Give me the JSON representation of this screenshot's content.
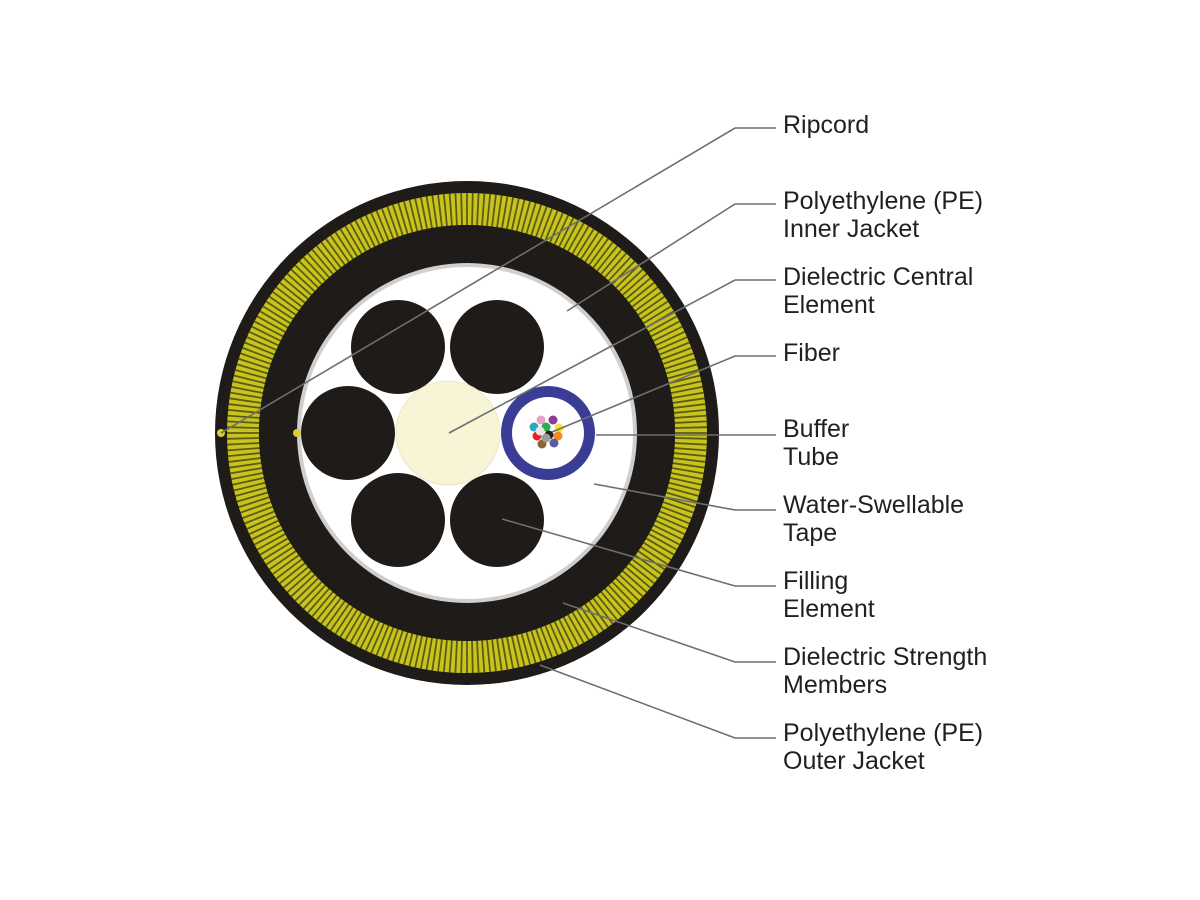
{
  "colors": {
    "jacket": "#1e1b18",
    "strength_yellow": "#c8c41e",
    "strength_dark": "#3a3810",
    "core_white": "#ffffff",
    "tape": "#d0cfcf",
    "central_element": "#f8f4d6",
    "buffer_ring": "#3b3c95",
    "leader": "#6d6e71",
    "text": "#231f20"
  },
  "fiber_colors": [
    "#e7a0c8",
    "#8e3b97",
    "#2aa7c4",
    "#2eab4a",
    "#f2e63b",
    "#ed2024",
    "#231f20",
    "#f58a1f",
    "#8c6239",
    "#5c5d9f",
    "#9b9b9b",
    "#e6e6e6"
  ],
  "labels": [
    {
      "id": "ripcord",
      "lines": [
        "Ripcord"
      ]
    },
    {
      "id": "inner-jacket",
      "lines": [
        "Polyethylene (PE)",
        "Inner Jacket"
      ]
    },
    {
      "id": "central-element",
      "lines": [
        "Dielectric Central",
        "Element"
      ]
    },
    {
      "id": "fiber",
      "lines": [
        "Fiber"
      ]
    },
    {
      "id": "buffer-tube",
      "lines": [
        "Buffer",
        "Tube"
      ]
    },
    {
      "id": "water-swellable-tape",
      "lines": [
        "Water-Swellable",
        "Tape"
      ]
    },
    {
      "id": "filling-element",
      "lines": [
        "Filling",
        "Element"
      ]
    },
    {
      "id": "strength-members",
      "lines": [
        "Dielectric Strength",
        "Members"
      ]
    },
    {
      "id": "outer-jacket",
      "lines": [
        "Polyethylene (PE)",
        "Outer Jacket"
      ]
    }
  ]
}
